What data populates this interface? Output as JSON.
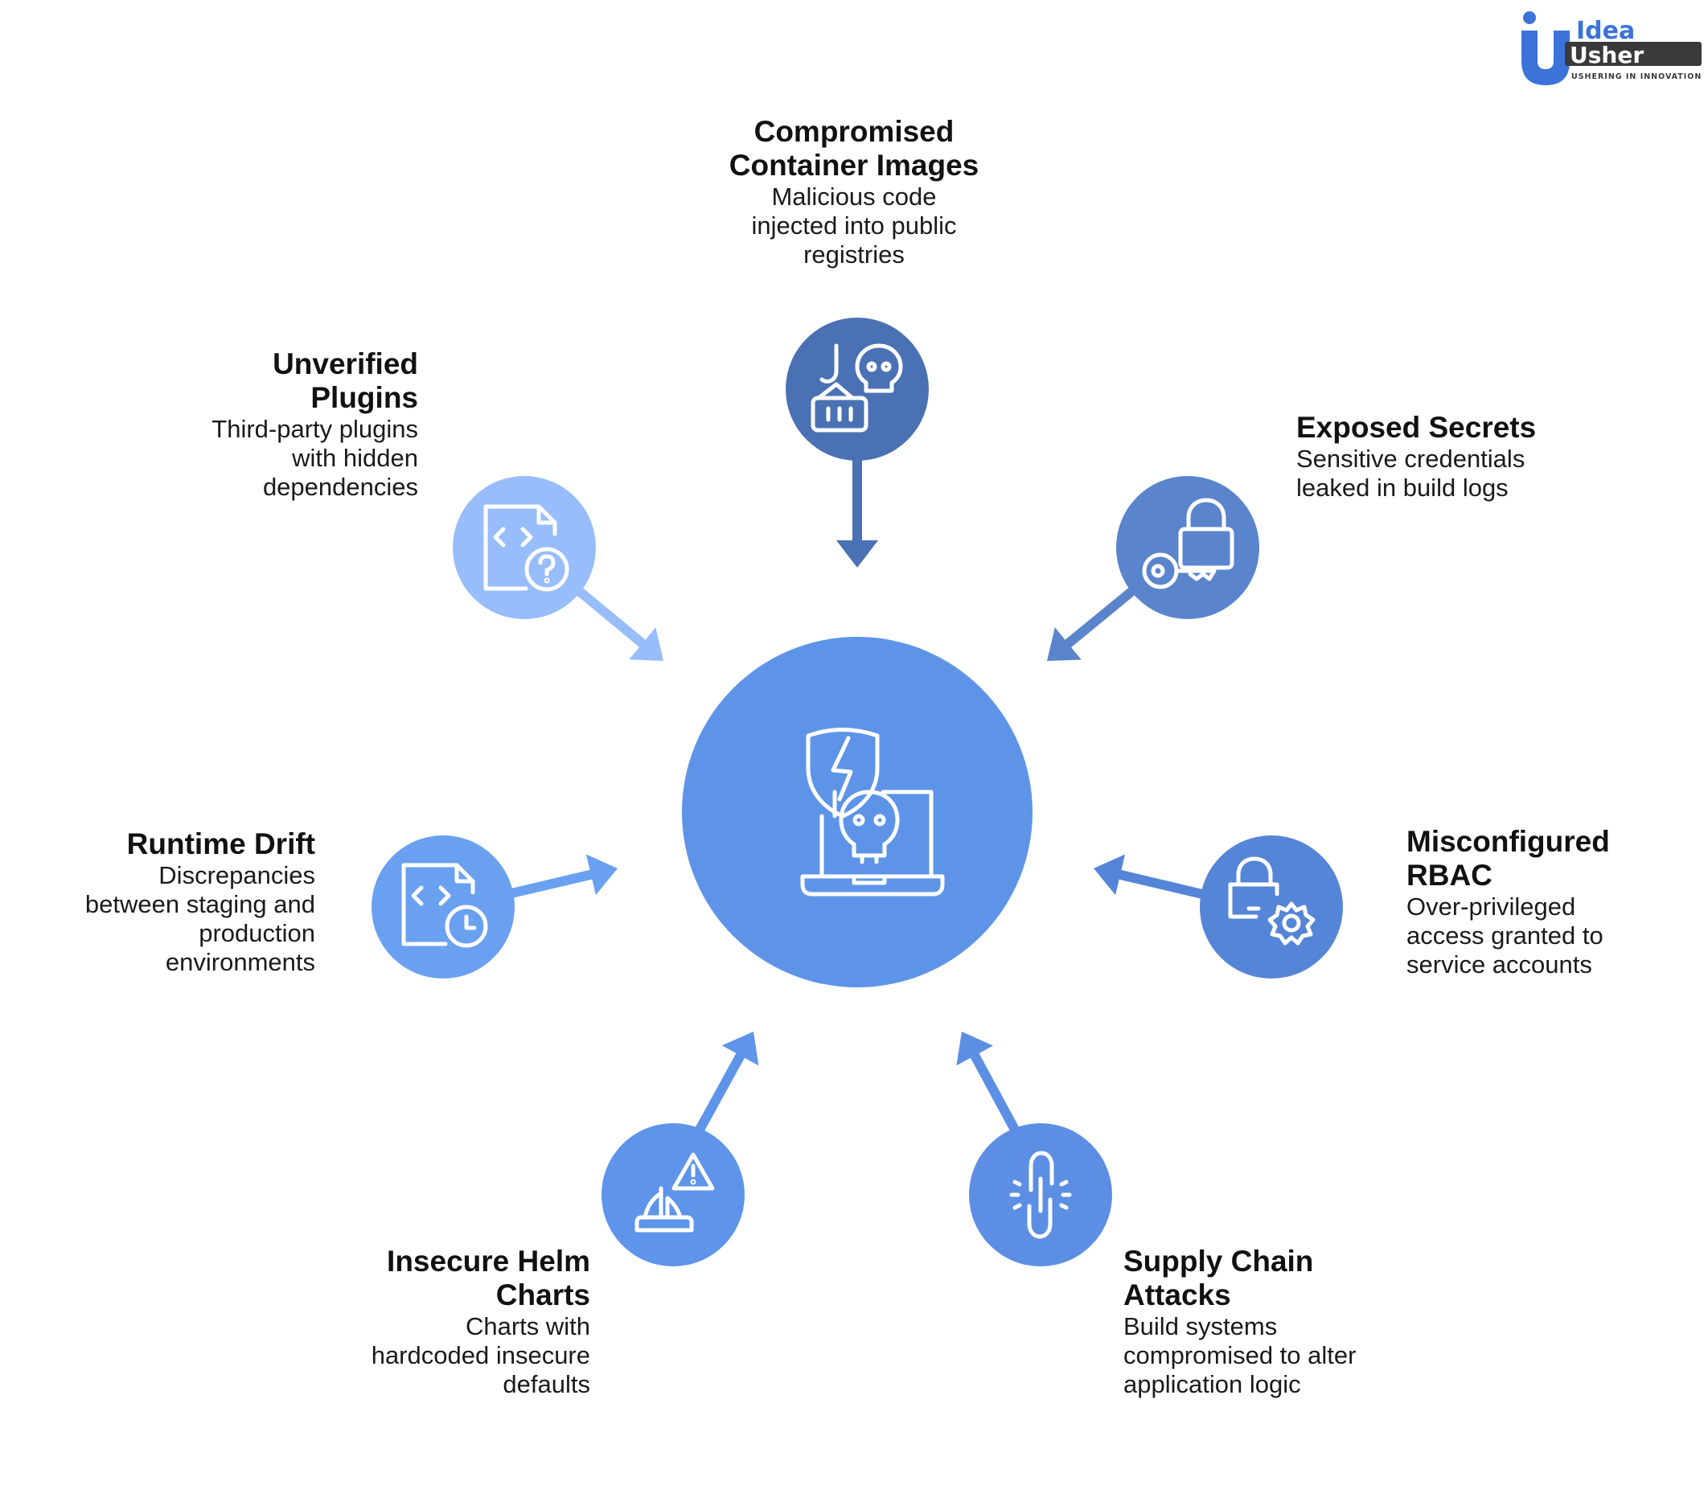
{
  "brand": {
    "line1": "Idea",
    "line2": "Usher",
    "tagline": "USHERING IN INNOVATION",
    "colors": {
      "blue": "#3b73d9",
      "dark": "#3a3a3a"
    }
  },
  "center": {
    "icon": "compromised-laptop-icon",
    "color": "#5e94e8"
  },
  "threats": [
    {
      "id": "compromised-container-images",
      "title_lines": [
        "Compromised",
        "Container Images"
      ],
      "desc_lines": [
        "Malicious code",
        "injected into public",
        "registries"
      ],
      "icon": "container-hook-skull-icon",
      "color": "#4a71b4"
    },
    {
      "id": "exposed-secrets",
      "title_lines": [
        "Exposed Secrets"
      ],
      "desc_lines": [
        "Sensitive credentials",
        "leaked in build logs"
      ],
      "icon": "lock-key-icon",
      "color": "#5a84cc"
    },
    {
      "id": "misconfigured-rbac",
      "title_lines": [
        "Misconfigured",
        "RBAC"
      ],
      "desc_lines": [
        "Over-privileged",
        "access granted to",
        "service accounts"
      ],
      "icon": "lock-gear-icon",
      "color": "#5585d6"
    },
    {
      "id": "supply-chain-attacks",
      "title_lines": [
        "Supply Chain",
        "Attacks"
      ],
      "desc_lines": [
        "Build systems",
        "compromised to alter",
        "application logic"
      ],
      "icon": "broken-chain-icon",
      "color": "#5c8fe4"
    },
    {
      "id": "insecure-helm-charts",
      "title_lines": [
        "Insecure Helm",
        "Charts"
      ],
      "desc_lines": [
        "Charts with",
        "hardcoded insecure",
        "defaults"
      ],
      "icon": "ship-warning-icon",
      "color": "#5e94ea"
    },
    {
      "id": "runtime-drift",
      "title_lines": [
        "Runtime Drift"
      ],
      "desc_lines": [
        "Discrepancies",
        "between staging and",
        "production",
        "environments"
      ],
      "icon": "code-file-clock-icon",
      "color": "#6aa0f0"
    },
    {
      "id": "unverified-plugins",
      "title_lines": [
        "Unverified",
        "Plugins"
      ],
      "desc_lines": [
        "Third-party plugins",
        "with hidden",
        "dependencies"
      ],
      "icon": "code-file-question-icon",
      "color": "#97bdfa"
    }
  ]
}
